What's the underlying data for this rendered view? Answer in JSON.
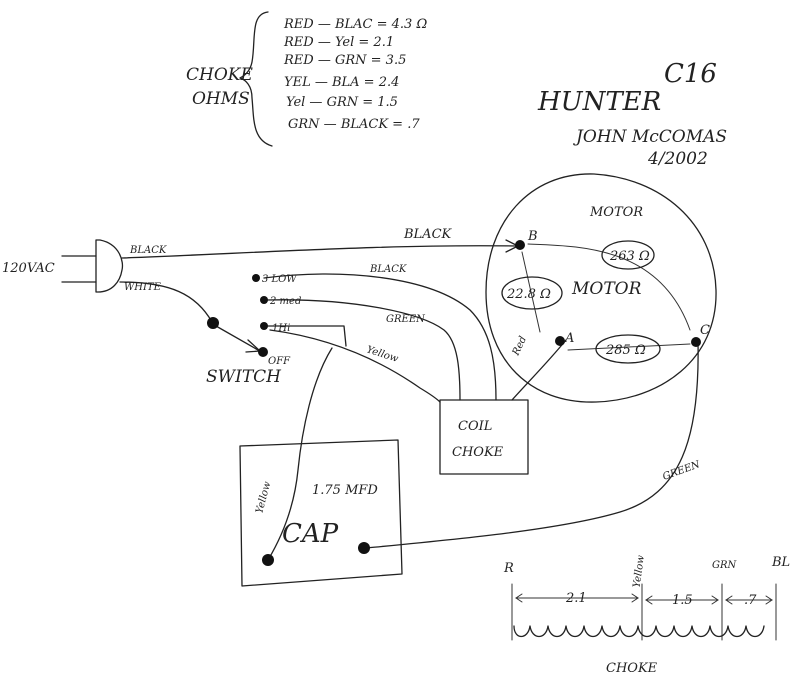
{
  "choke_table": {
    "title_line1": "CHOKE",
    "title_line2": "OHMS",
    "rows": [
      "RED — BLAC = 4.3 Ω",
      "RED — Yel = 2.1",
      "RED — GRN = 3.5",
      "YEL — BLA = 2.4",
      "Yel — GRN = 1.5",
      "GRN — BLACK = .7"
    ]
  },
  "header": {
    "brand": "HUNTER",
    "model": "C16",
    "author": "JOHN McCOMAS",
    "date": "4/2002"
  },
  "power": {
    "voltage": "120VAC",
    "wire_black": "BLACK",
    "wire_white": "WHITE"
  },
  "switch": {
    "label": "SWITCH",
    "positions": [
      "3 LOW",
      "2 med",
      "1Hi",
      "OFF"
    ]
  },
  "wires": {
    "black_top": "BLACK",
    "black_low": "BLACK",
    "green_med": "GREEN",
    "yellow_hi": "Yellow",
    "green_motor": "GREEN",
    "yellow_cap": "Yellow",
    "red_a": "Red"
  },
  "motor": {
    "label_outer": "MOTOR",
    "label_inner": "MOTOR",
    "terminal_b": "B",
    "terminal_a": "A",
    "terminal_c": "C",
    "r_ab": "22.8 Ω",
    "r_bc": "263 Ω",
    "r_ac": "285 Ω"
  },
  "coil": {
    "line1": "COIL",
    "line2": "CHOKE"
  },
  "cap": {
    "value": "1.75 MFD",
    "label": "CAP"
  },
  "choke_strip": {
    "label": "CHOKE",
    "taps": [
      "R",
      "Yellow",
      "GRN",
      "BL"
    ],
    "segments": [
      "2.1",
      "1.5",
      ".7"
    ]
  }
}
